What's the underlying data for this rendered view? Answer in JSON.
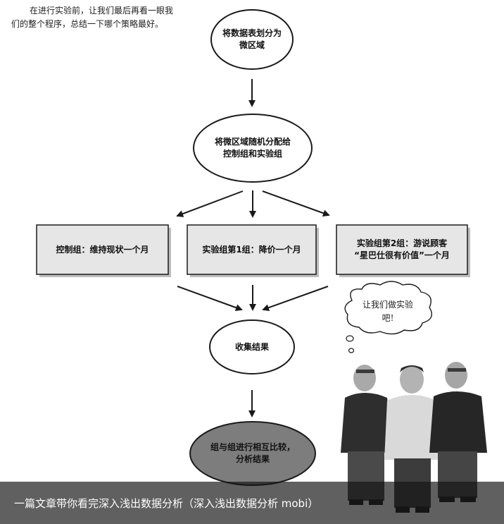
{
  "intro_text": "在进行实验前，让我们最后再看一眼我们的整个程序，总结一下哪个策略最好。",
  "nodes": {
    "divide": {
      "line1": "将数据表划分为",
      "line2": "微区域"
    },
    "assign": {
      "line1": "将微区域随机分配给",
      "line2": "控制组和实验组"
    },
    "control": {
      "line1": "控制组：维持现状一个月"
    },
    "exp1": {
      "line1": "实验组第1组：降价一个月"
    },
    "exp2": {
      "line1": "实验组第2组：游说顾客",
      "line2": "“星巴仕很有价值”一个月"
    },
    "collect": {
      "line1": "收集结果"
    },
    "compare": {
      "line1": "组与组进行相互比较，",
      "line2": "分析结果"
    }
  },
  "speech_bubble": {
    "line1": "让我们做实验",
    "line2": "吧!"
  },
  "caption": "一篇文章带你看完深入浅出数据分析（深入浅出数据分析 mobi）",
  "colors": {
    "box_fill": "#e6e6e6",
    "compare_fill": "#7d7d7d",
    "caption_bg": "#141414",
    "caption_text": "#ffffff"
  }
}
